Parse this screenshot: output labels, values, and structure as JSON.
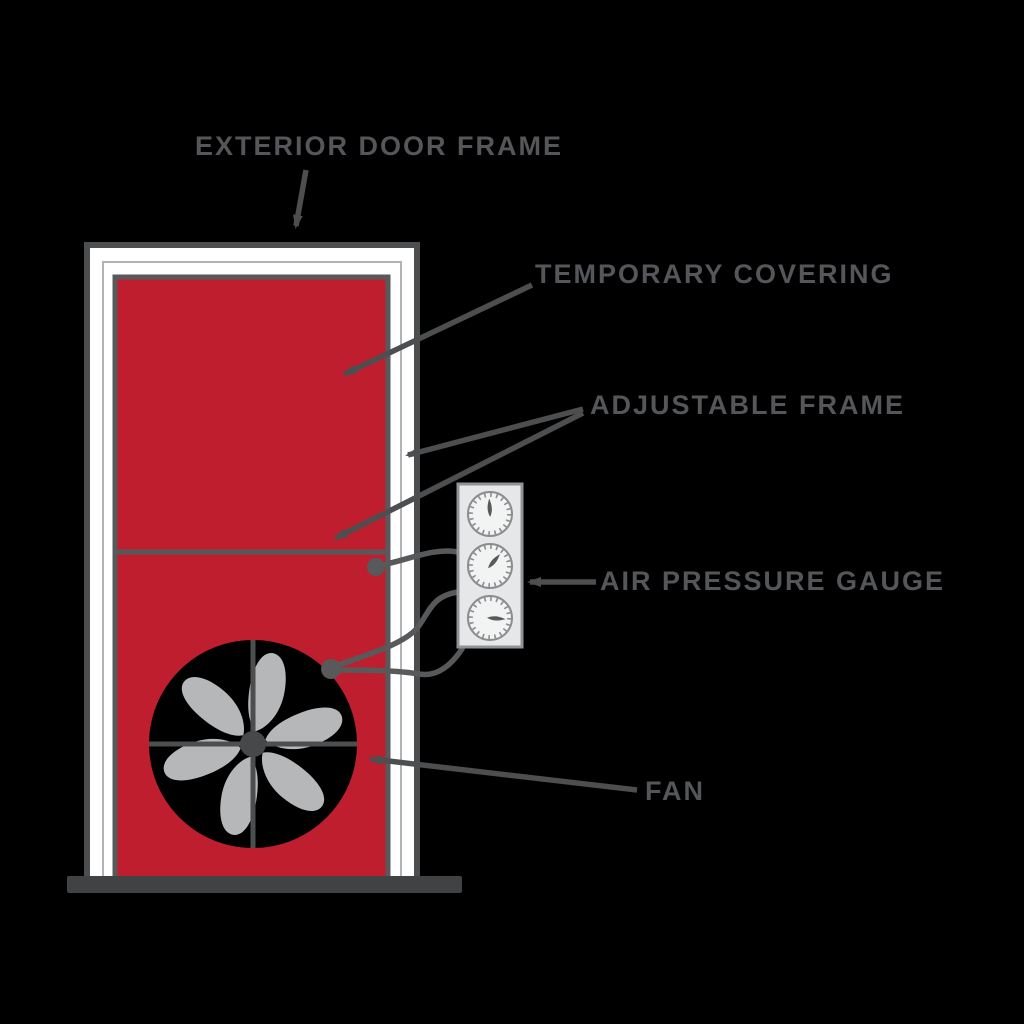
{
  "figure": {
    "type": "labeled-diagram",
    "subject": "blower-door-test-setup",
    "background_color": "#000000",
    "labels": {
      "exterior_door_frame": "EXTERIOR DOOR FRAME",
      "temporary_covering": "TEMPORARY COVERING",
      "adjustable_frame": "ADJUSTABLE FRAME",
      "air_pressure_gauge": "AIR PRESSURE GAUGE",
      "fan": "FAN"
    },
    "colors": {
      "covering_red": "#be1e2d",
      "outline_dark_gray": "#4d4e50",
      "panel_border_gray": "#58595b",
      "label_text_gray": "#54565a",
      "door_white": "#ffffff",
      "inner_trim_gray": "#b1b3b6",
      "fan_blade_gray": "#b5b7b9",
      "fan_hub_gray": "#474849",
      "gauge_panel_gray": "#e6e7e8",
      "gauge_face_white": "#f2f3f3",
      "base_gray": "#414244"
    },
    "fan": {
      "blade_count": 6
    },
    "gauge_panel": {
      "gauge_count": 3,
      "needle_directions": [
        "up",
        "up-right",
        "right"
      ]
    }
  }
}
